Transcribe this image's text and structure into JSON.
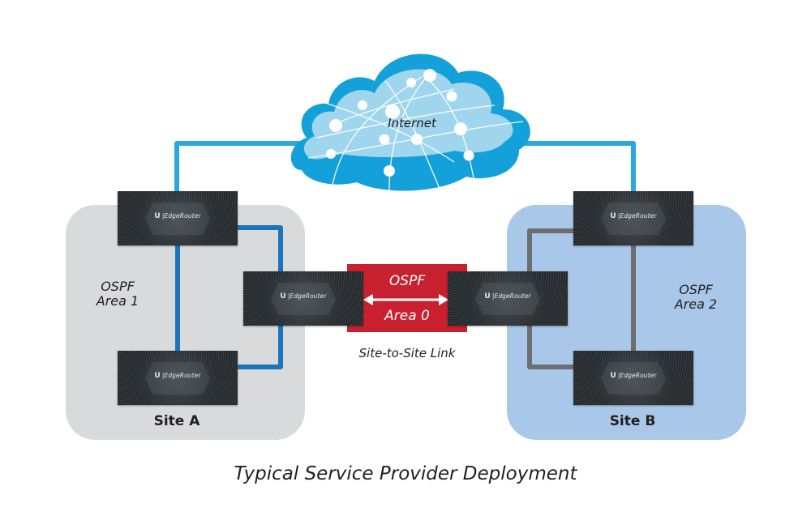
{
  "title": "Typical Service Provider Deployment",
  "cloud": {
    "label": "Internet"
  },
  "sites": [
    {
      "name": "Site A",
      "ospf_label_line1": "OSPF",
      "ospf_label_line2": "Area 1",
      "link_color": "#1b75bc",
      "background": "#d9dadb"
    },
    {
      "name": "Site B",
      "ospf_label_line1": "OSPF",
      "ospf_label_line2": "Area 2",
      "link_color": "#6d6e71",
      "background": "#a9c7e8"
    }
  ],
  "backbone": {
    "line1": "OSPF",
    "line2": "Area 0",
    "link_label": "Site-to-Site Link",
    "color": "#c8202f"
  },
  "internet_link_color": "#29a9e0",
  "router": {
    "logo": "U",
    "brand": "EdgeRouter"
  }
}
